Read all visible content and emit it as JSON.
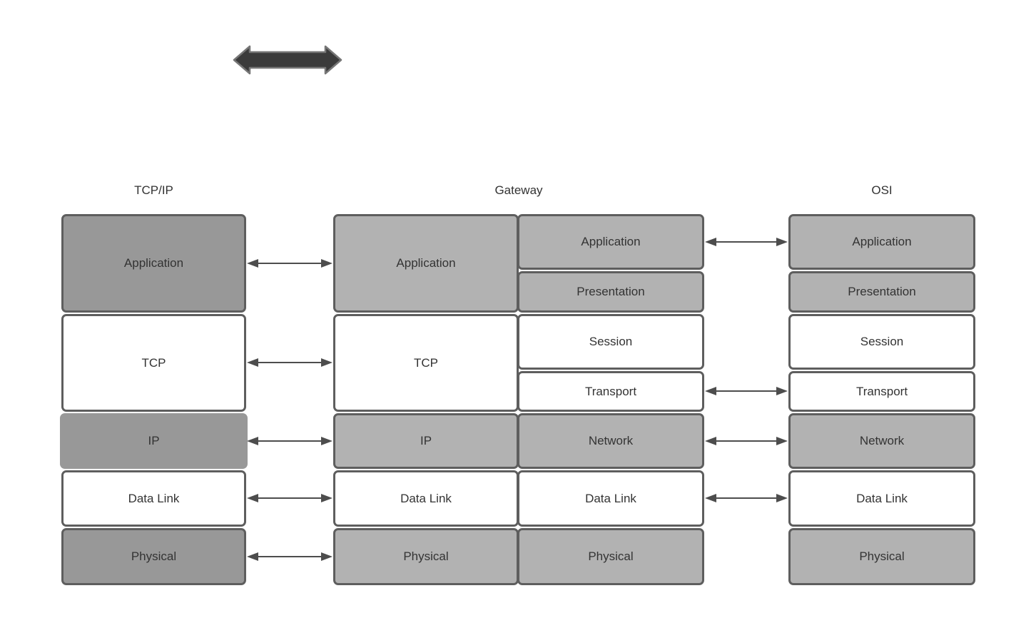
{
  "colors": {
    "background": "#ffffff",
    "box_dark_gray": "#989898",
    "box_light_gray": "#b2b2b2",
    "box_white": "#ffffff",
    "box_border": "#5e5e5e",
    "label_text": "#333333",
    "connector_arrow": "#4d4d4d",
    "top_arrow_fill": "#3b3b3b",
    "top_arrow_outline": "#767676"
  },
  "icons": {
    "top_arrow": "double-headed-arrow",
    "connector": "double-headed-arrow"
  },
  "columns": {
    "tcpip": {
      "title": "TCP/IP",
      "layers": [
        "Application",
        "TCP",
        "IP",
        "Data Link",
        "Physical"
      ]
    },
    "gateway": {
      "title": "Gateway",
      "left_stack": [
        "Application",
        "TCP",
        "IP",
        "Data Link",
        "Physical"
      ],
      "right_stack": [
        "Application",
        "Presentation",
        "Session",
        "Transport",
        "Network",
        "Data Link",
        "Physical"
      ]
    },
    "osi": {
      "title": "OSI",
      "layers": [
        "Application",
        "Presentation",
        "Session",
        "Transport",
        "Network",
        "Data Link",
        "Physical"
      ]
    }
  }
}
